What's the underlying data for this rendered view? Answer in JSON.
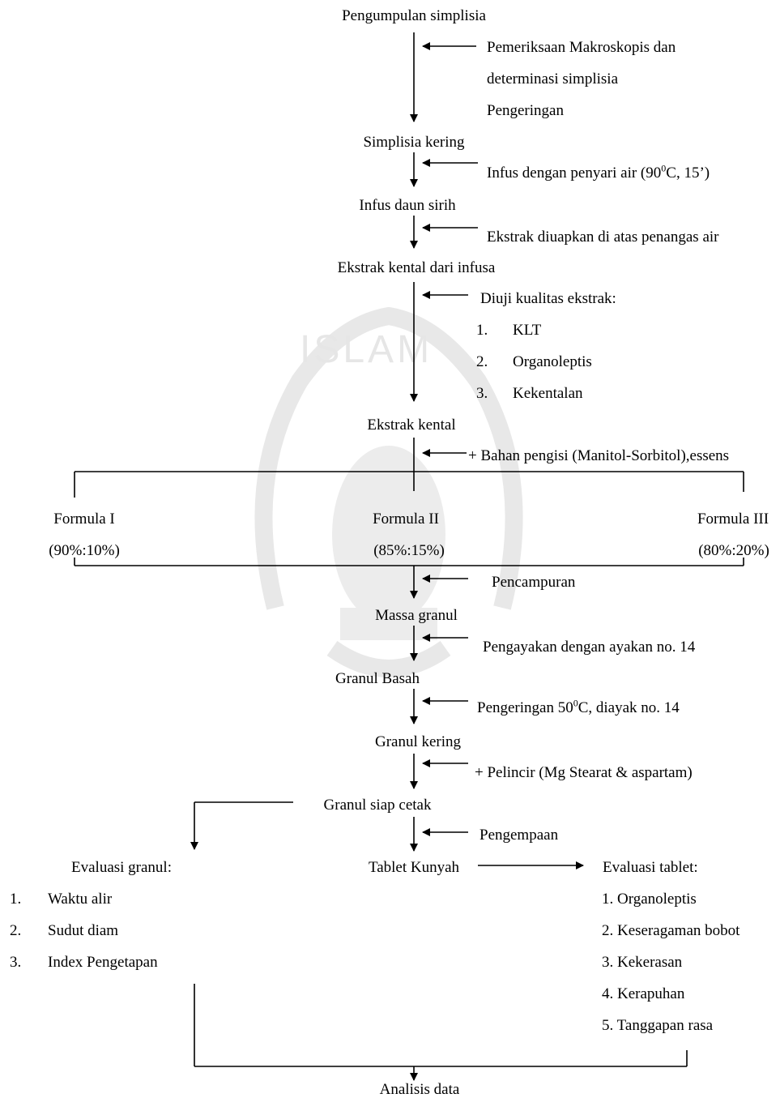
{
  "nodes": {
    "pengumpulan": "Pengumpulan simplisia",
    "simplisia_kering": "Simplisia kering",
    "infus_daun": "Infus daun sirih",
    "ekstrak_kental_infusa": "Ekstrak kental dari infusa",
    "ekstrak_kental": "Ekstrak kental",
    "massa_granul": "Massa granul",
    "granul_basah": "Granul Basah",
    "granul_kering": "Granul kering",
    "granul_siap": "Granul siap cetak",
    "tablet_kunyah": "Tablet Kunyah",
    "analisis": "Analisis data"
  },
  "steps": {
    "pemeriksaan_1": "Pemeriksaan Makroskopis dan",
    "pemeriksaan_2": "determinasi simplisia",
    "pengeringan": "Pengeringan",
    "infus_pre": "Infus dengan penyari air (90",
    "infus_sup": "0",
    "infus_post": "C, 15’)",
    "ekstrak_uap": "Ekstrak diuapkan di atas penangas air",
    "diuji": "Diuji kualitas ekstrak:",
    "bahan_pengisi": "+ Bahan pengisi (Manitol-Sorbitol),essens",
    "pencampuran": "Pencampuran",
    "pengayakan": "Pengayakan dengan ayakan no. 14",
    "pengeringan2_pre": "Pengeringan 50",
    "pengeringan2_sup": "0",
    "pengeringan2_post": "C, diayak no. 14",
    "pelincir": "+ Pelincir (Mg Stearat & aspartam)",
    "pengempaan": "Pengempaan"
  },
  "quality_tests": [
    {
      "num": "1.",
      "label": "KLT"
    },
    {
      "num": "2.",
      "label": "Organoleptis"
    },
    {
      "num": "3.",
      "label": "Kekentalan"
    }
  ],
  "formulas": [
    {
      "name": "Formula I",
      "ratio": "(90%:10%)"
    },
    {
      "name": "Formula II",
      "ratio": "(85%:15%)"
    },
    {
      "name": "Formula III",
      "ratio": "(80%:20%)"
    }
  ],
  "evaluasi_granul": {
    "title": "Evaluasi granul:",
    "items": [
      {
        "num": "1.",
        "label": "Waktu alir"
      },
      {
        "num": "2.",
        "label": "Sudut diam"
      },
      {
        "num": "3.",
        "label": "Index Pengetapan"
      }
    ]
  },
  "evaluasi_tablet": {
    "title": "Evaluasi tablet:",
    "items": [
      "1. Organoleptis",
      "2. Keseragaman bobot",
      "3. Kekerasan",
      "4. Kerapuhan",
      "5. Tanggapan rasa"
    ]
  },
  "watermark": {
    "text": "ISLAM",
    "color": "#e6e6e6"
  }
}
